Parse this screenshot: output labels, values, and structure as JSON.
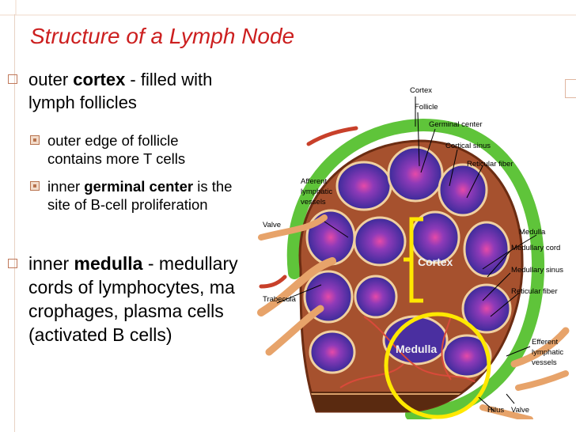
{
  "slide": {
    "title": "Structure of a Lymph Node",
    "bullet1": {
      "pre": "outer ",
      "bold": "cortex",
      "post": " - filled with lymph follicles"
    },
    "sub1": "outer edge of follicle contains more T cells",
    "sub2": {
      "pre": "inner ",
      "bold": "germinal center",
      "post": " is the site of B-cell proliferation"
    },
    "bullet2": {
      "pre": "inner ",
      "bold": "medulla",
      "post": " - medullary cords of lymphocytes, macrophages, plasma cells (activated B cells)"
    }
  },
  "diagram": {
    "labels": {
      "cortex": "Cortex",
      "follicle": "Follicle",
      "germinal_center": "Germinal center",
      "cortical_sinus": "Cortical sinus",
      "reticular_fiber_top": "Reticular fiber",
      "afferent_1": "Afferent",
      "afferent_2": "lymphatic",
      "afferent_3": "vessels",
      "valve_left": "Valve",
      "medulla": "Medulla",
      "medullary_cord": "Medullary cord",
      "medullary_sinus": "Medullary sinus",
      "reticular_fiber_right": "Reticular fiber",
      "trabecula": "Trabecula",
      "efferent_1": "Efferent",
      "efferent_2": "lymphatic",
      "efferent_3": "vessels",
      "hilus": "Hilus",
      "valve_bottom": "Valve"
    },
    "overlay": {
      "cortex": "Cortex",
      "medulla": "Medulla"
    }
  }
}
